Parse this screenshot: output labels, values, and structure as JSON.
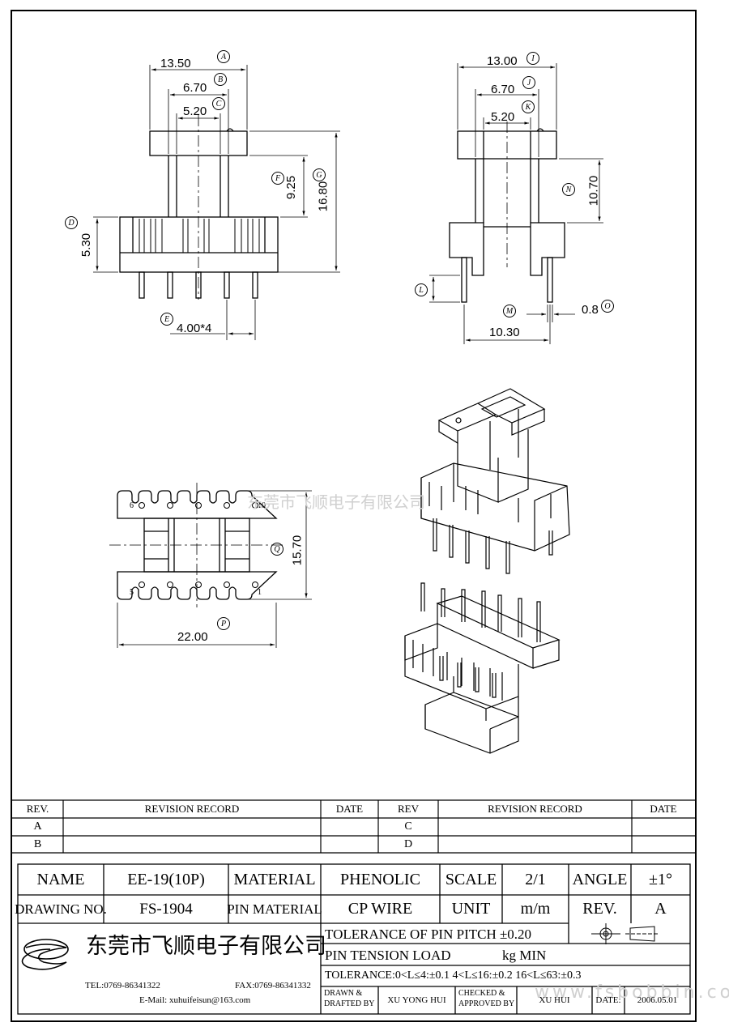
{
  "front_view": {
    "dim_a": "13.50",
    "mark_a": "A",
    "dim_b": "6.70",
    "mark_b": "B",
    "dim_c": "5.20",
    "mark_c": "C",
    "dim_d": "5.30",
    "mark_d": "D",
    "dim_e": "4.00*4",
    "mark_e": "E",
    "dim_f": "9.25",
    "mark_f": "F",
    "dim_g": "16.80",
    "mark_g": "G"
  },
  "side_view": {
    "dim_i": "13.00",
    "mark_i": "I",
    "dim_j": "6.70",
    "mark_j": "J",
    "dim_k": "5.20",
    "mark_k": "K",
    "dim_n": "10.70",
    "mark_n": "N",
    "mark_l": "L",
    "mark_m": "M",
    "dim_o": "0.8",
    "mark_o": "O",
    "dim_base": "10.30"
  },
  "top_view": {
    "dim_q": "15.70",
    "mark_q": "Q",
    "dim_p": "22.00",
    "mark_p": "P",
    "pin_labels": [
      "6",
      "10",
      "5",
      "1"
    ]
  },
  "watermark_cn": "东莞市飞顺电子有限公司",
  "watermark_url": "www.fsbobbin.com",
  "revision": {
    "left": {
      "rev_header": "REV.",
      "record_header": "REVISION RECORD",
      "date_header": "DATE",
      "rows": [
        "A",
        "B"
      ]
    },
    "right": {
      "rev_header": "REV",
      "record_header": "REVISION RECORD",
      "date_header": "DATE",
      "rows": [
        "C",
        "D"
      ]
    }
  },
  "title_block": {
    "name_label": "NAME",
    "name_value": "EE-19(10P)",
    "material_label": "MATERIAL",
    "material_value": "PHENOLIC",
    "scale_label": "SCALE",
    "scale_value": "2/1",
    "angle_label": "ANGLE",
    "angle_value": "±1°",
    "drawing_no_label": "DRAWING NO.",
    "drawing_no_value": "FS-1904",
    "pin_material_label": "PIN MATERIAL",
    "pin_material_value": "CP WIRE",
    "unit_label": "UNIT",
    "unit_value": "m/m",
    "rev_label": "REV.",
    "rev_value": "A",
    "company_cn": "东莞市飞顺电子有限公司",
    "tel": "TEL:0769-86341322",
    "fax": "FAX:0769-86341332",
    "email": "E-Mail: xuhuifeisun@163.com",
    "pitch_tolerance": "TOLERANCE OF PIN PITCH ±0.20",
    "pin_tension_label": "PIN TENSION  LOAD",
    "pin_tension_unit": "kg MIN",
    "tolerance": "TOLERANCE:0<L≤4:±0.1  4<L≤16:±0.2  16<L≤63:±0.3",
    "drawn_label_1": "DRAWN &",
    "drawn_label_2": "DRAFTED BY",
    "drawn_by": "XU YONG HUI",
    "checked_label_1": "CHECKED &",
    "checked_label_2": "APPROVED BY",
    "checked_by": "XU   HUI",
    "date_label": "DATE:",
    "date_value": "2006.05.01"
  }
}
